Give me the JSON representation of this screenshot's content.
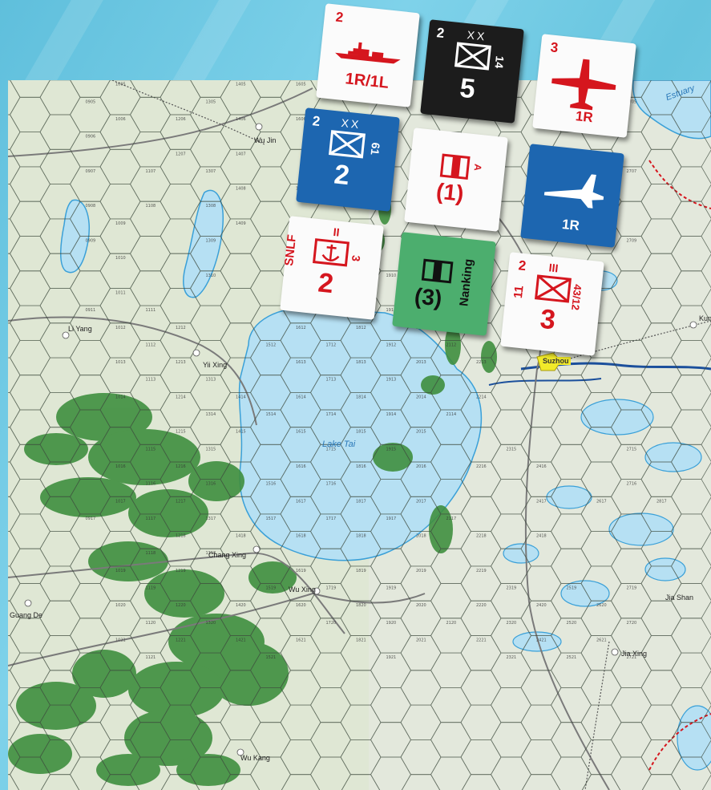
{
  "map": {
    "places": [
      {
        "key": "wujin",
        "label": "Wu Jin"
      },
      {
        "key": "liyang",
        "label": "Li Yang"
      },
      {
        "key": "yixing",
        "label": "Yii Xing"
      },
      {
        "key": "suzhou",
        "label": "Suzhou"
      },
      {
        "key": "changxing",
        "label": "Chang Xing"
      },
      {
        "key": "wuxing",
        "label": "Wu Xing"
      },
      {
        "key": "guangde",
        "label": "Guang De"
      },
      {
        "key": "jiashan",
        "label": "Jia Shan"
      },
      {
        "key": "jiaxing",
        "label": "Jia Xing"
      },
      {
        "key": "wukang",
        "label": "Wu Kang"
      },
      {
        "key": "kun",
        "label": "Kun"
      }
    ],
    "lake_label": "Lake Tai",
    "estuary_label": "Estuary",
    "hex_ids": [
      "0904",
      "1204",
      "1504",
      "1704",
      "2004",
      "2204",
      "2704",
      "0905",
      "1005",
      "1305",
      "1405",
      "1605",
      "1805",
      "2305",
      "2705",
      "0906",
      "1006",
      "1206",
      "1406",
      "1606",
      "2606",
      "0907",
      "1107",
      "1207",
      "1307",
      "1407",
      "2207",
      "2507",
      "2707",
      "0908",
      "1108",
      "1308",
      "1408",
      "1608",
      "2508",
      "0909",
      "1009",
      "1309",
      "1409",
      "2709",
      "1010",
      "1310",
      "1710",
      "1910",
      "2210",
      "2410",
      "0911",
      "1011",
      "1111",
      "1611",
      "1711",
      "1811",
      "1911",
      "2011",
      "2311",
      "1012",
      "1112",
      "1212",
      "1512",
      "1612",
      "1712",
      "1812",
      "1912",
      "2012",
      "2112",
      "2212",
      "2412",
      "1013",
      "1113",
      "1213",
      "1313",
      "1613",
      "1713",
      "1813",
      "1913",
      "2013",
      "2213",
      "1014",
      "1214",
      "1314",
      "1414",
      "1514",
      "1614",
      "1714",
      "1814",
      "1914",
      "2014",
      "2114",
      "2214",
      "1115",
      "1215",
      "1315",
      "1415",
      "1615",
      "1715",
      "1815",
      "1915",
      "2015",
      "2315",
      "2715",
      "1016",
      "1116",
      "1216",
      "1316",
      "1516",
      "1616",
      "1716",
      "1816",
      "2016",
      "2216",
      "2416",
      "2716",
      "0917",
      "1017",
      "1117",
      "1217",
      "1317",
      "1517",
      "1617",
      "1717",
      "1817",
      "1917",
      "2017",
      "2117",
      "2417",
      "2617",
      "2817",
      "1118",
      "1218",
      "1318",
      "1418",
      "1618",
      "1818",
      "2018",
      "2218",
      "2418",
      "1019",
      "1119",
      "1219",
      "1519",
      "1619",
      "1719",
      "1819",
      "1919",
      "2019",
      "2219",
      "2319",
      "2519",
      "2719",
      "1020",
      "1120",
      "1220",
      "1320",
      "1420",
      "1620",
      "1720",
      "1820",
      "1920",
      "2020",
      "2120",
      "2220",
      "2320",
      "2420",
      "2520",
      "2620",
      "2720",
      "1021",
      "1121",
      "1221",
      "1421",
      "1521",
      "1621",
      "1821",
      "1921",
      "2021",
      "2221",
      "2321",
      "2421",
      "2521",
      "2621",
      "2721"
    ]
  },
  "counters": [
    {
      "key": "naval",
      "top": "2",
      "bottom": "1R/1L",
      "icon": "warship-icon"
    },
    {
      "key": "black_div",
      "top": "2",
      "size": "XX",
      "id": "14",
      "value": "5",
      "icon": "infantry-icon"
    },
    {
      "key": "air_red",
      "top": "3",
      "bottom": "1R",
      "icon": "bomber-icon"
    },
    {
      "key": "blue_div",
      "top": "2",
      "size": "XX",
      "id": "61",
      "value": "2",
      "icon": "infantry-icon"
    },
    {
      "key": "fort_red",
      "side": "A",
      "value": "(1)",
      "icon": "fortification-icon"
    },
    {
      "key": "air_blue",
      "bottom": "1R",
      "icon": "fighter-icon"
    },
    {
      "key": "snlf",
      "left": "SNLF",
      "size": "II",
      "id": "3",
      "value": "2",
      "icon": "marine-anchor-icon"
    },
    {
      "key": "nanking",
      "side": "Nanking",
      "value": "(3)",
      "icon": "fortification-icon"
    },
    {
      "key": "red_reg",
      "top": "2",
      "left": "11",
      "size": "III",
      "id": "43/12",
      "value": "3",
      "icon": "infantry-icon"
    }
  ],
  "colors": {
    "water": "#b6e0f3",
    "hex_line": "#3d4a3d",
    "forest": "#3f8f3f",
    "jp_red": "#d5161e",
    "cn_blue": "#1d66b0",
    "cn_green": "#4cae6e",
    "city": "#f1ea2a"
  }
}
